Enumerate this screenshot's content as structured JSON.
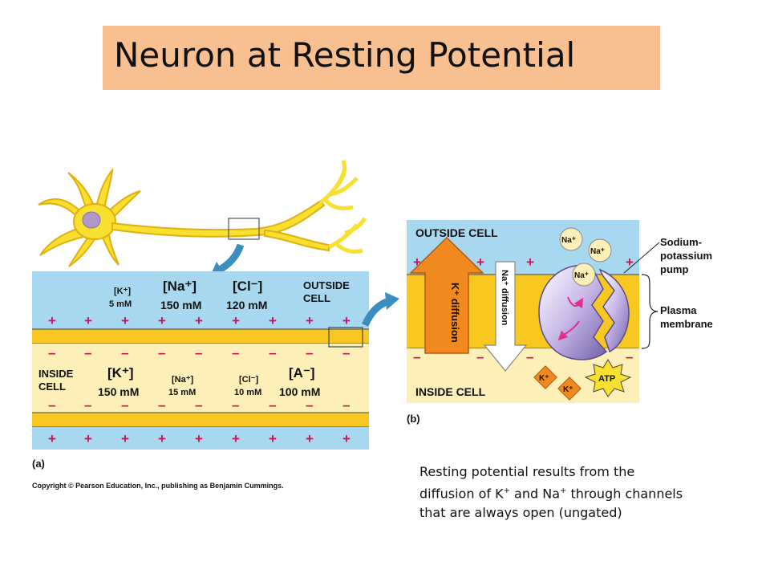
{
  "title": "Neuron at Resting Potential",
  "caption": {
    "line1": "Resting potential results from the",
    "line2_prefix": "diffusion of K",
    "sup1": "+",
    "line2_mid": " and Na",
    "sup2": "+",
    "line2_suffix": " through channels",
    "line3": "that are always open (ungated)"
  },
  "panel_a": {
    "outside": {
      "k_ion": "[K⁺]",
      "k_conc": "5 mM",
      "na_ion": "[Na⁺]",
      "na_conc": "150 mM",
      "cl_ion": "[Cl⁻]",
      "cl_conc": "120 mM",
      "label1": "OUTSIDE",
      "label2": "CELL"
    },
    "inside": {
      "label1": "INSIDE",
      "label2": "CELL",
      "k_ion": "[K⁺]",
      "k_conc": "150 mM",
      "na_ion": "[Na⁺]",
      "na_conc": "15 mM",
      "cl_ion": "[Cl⁻]",
      "cl_conc": "10 mM",
      "a_ion": "[A⁻]",
      "a_conc": "100 mM"
    },
    "panel_label": "(a)",
    "copyright": "Copyright © Pearson Education, Inc., publishing as Benjamin Cummings."
  },
  "panel_b": {
    "outside_label": "OUTSIDE CELL",
    "inside_label": "INSIDE CELL",
    "k_diffusion": "K⁺ diffusion",
    "na_diffusion": "Na⁺ diffusion",
    "na_ion": "Na⁺",
    "k_ion": "K⁺",
    "atp": "ATP",
    "pump_label1": "Sodium-",
    "pump_label2": "potassium",
    "pump_label3": "pump",
    "membrane_label1": "Plasma",
    "membrane_label2": "membrane",
    "panel_label": "(b)"
  },
  "symbols": {
    "plus": "+",
    "minus": "–"
  },
  "colors": {
    "title_bg": "#f8c090",
    "outside_fluid": "#a8d8f0",
    "inside_fluid": "#fcf0b8",
    "membrane": "#f8c820",
    "charge": "#c8145a",
    "neuron": "#f8e030"
  }
}
